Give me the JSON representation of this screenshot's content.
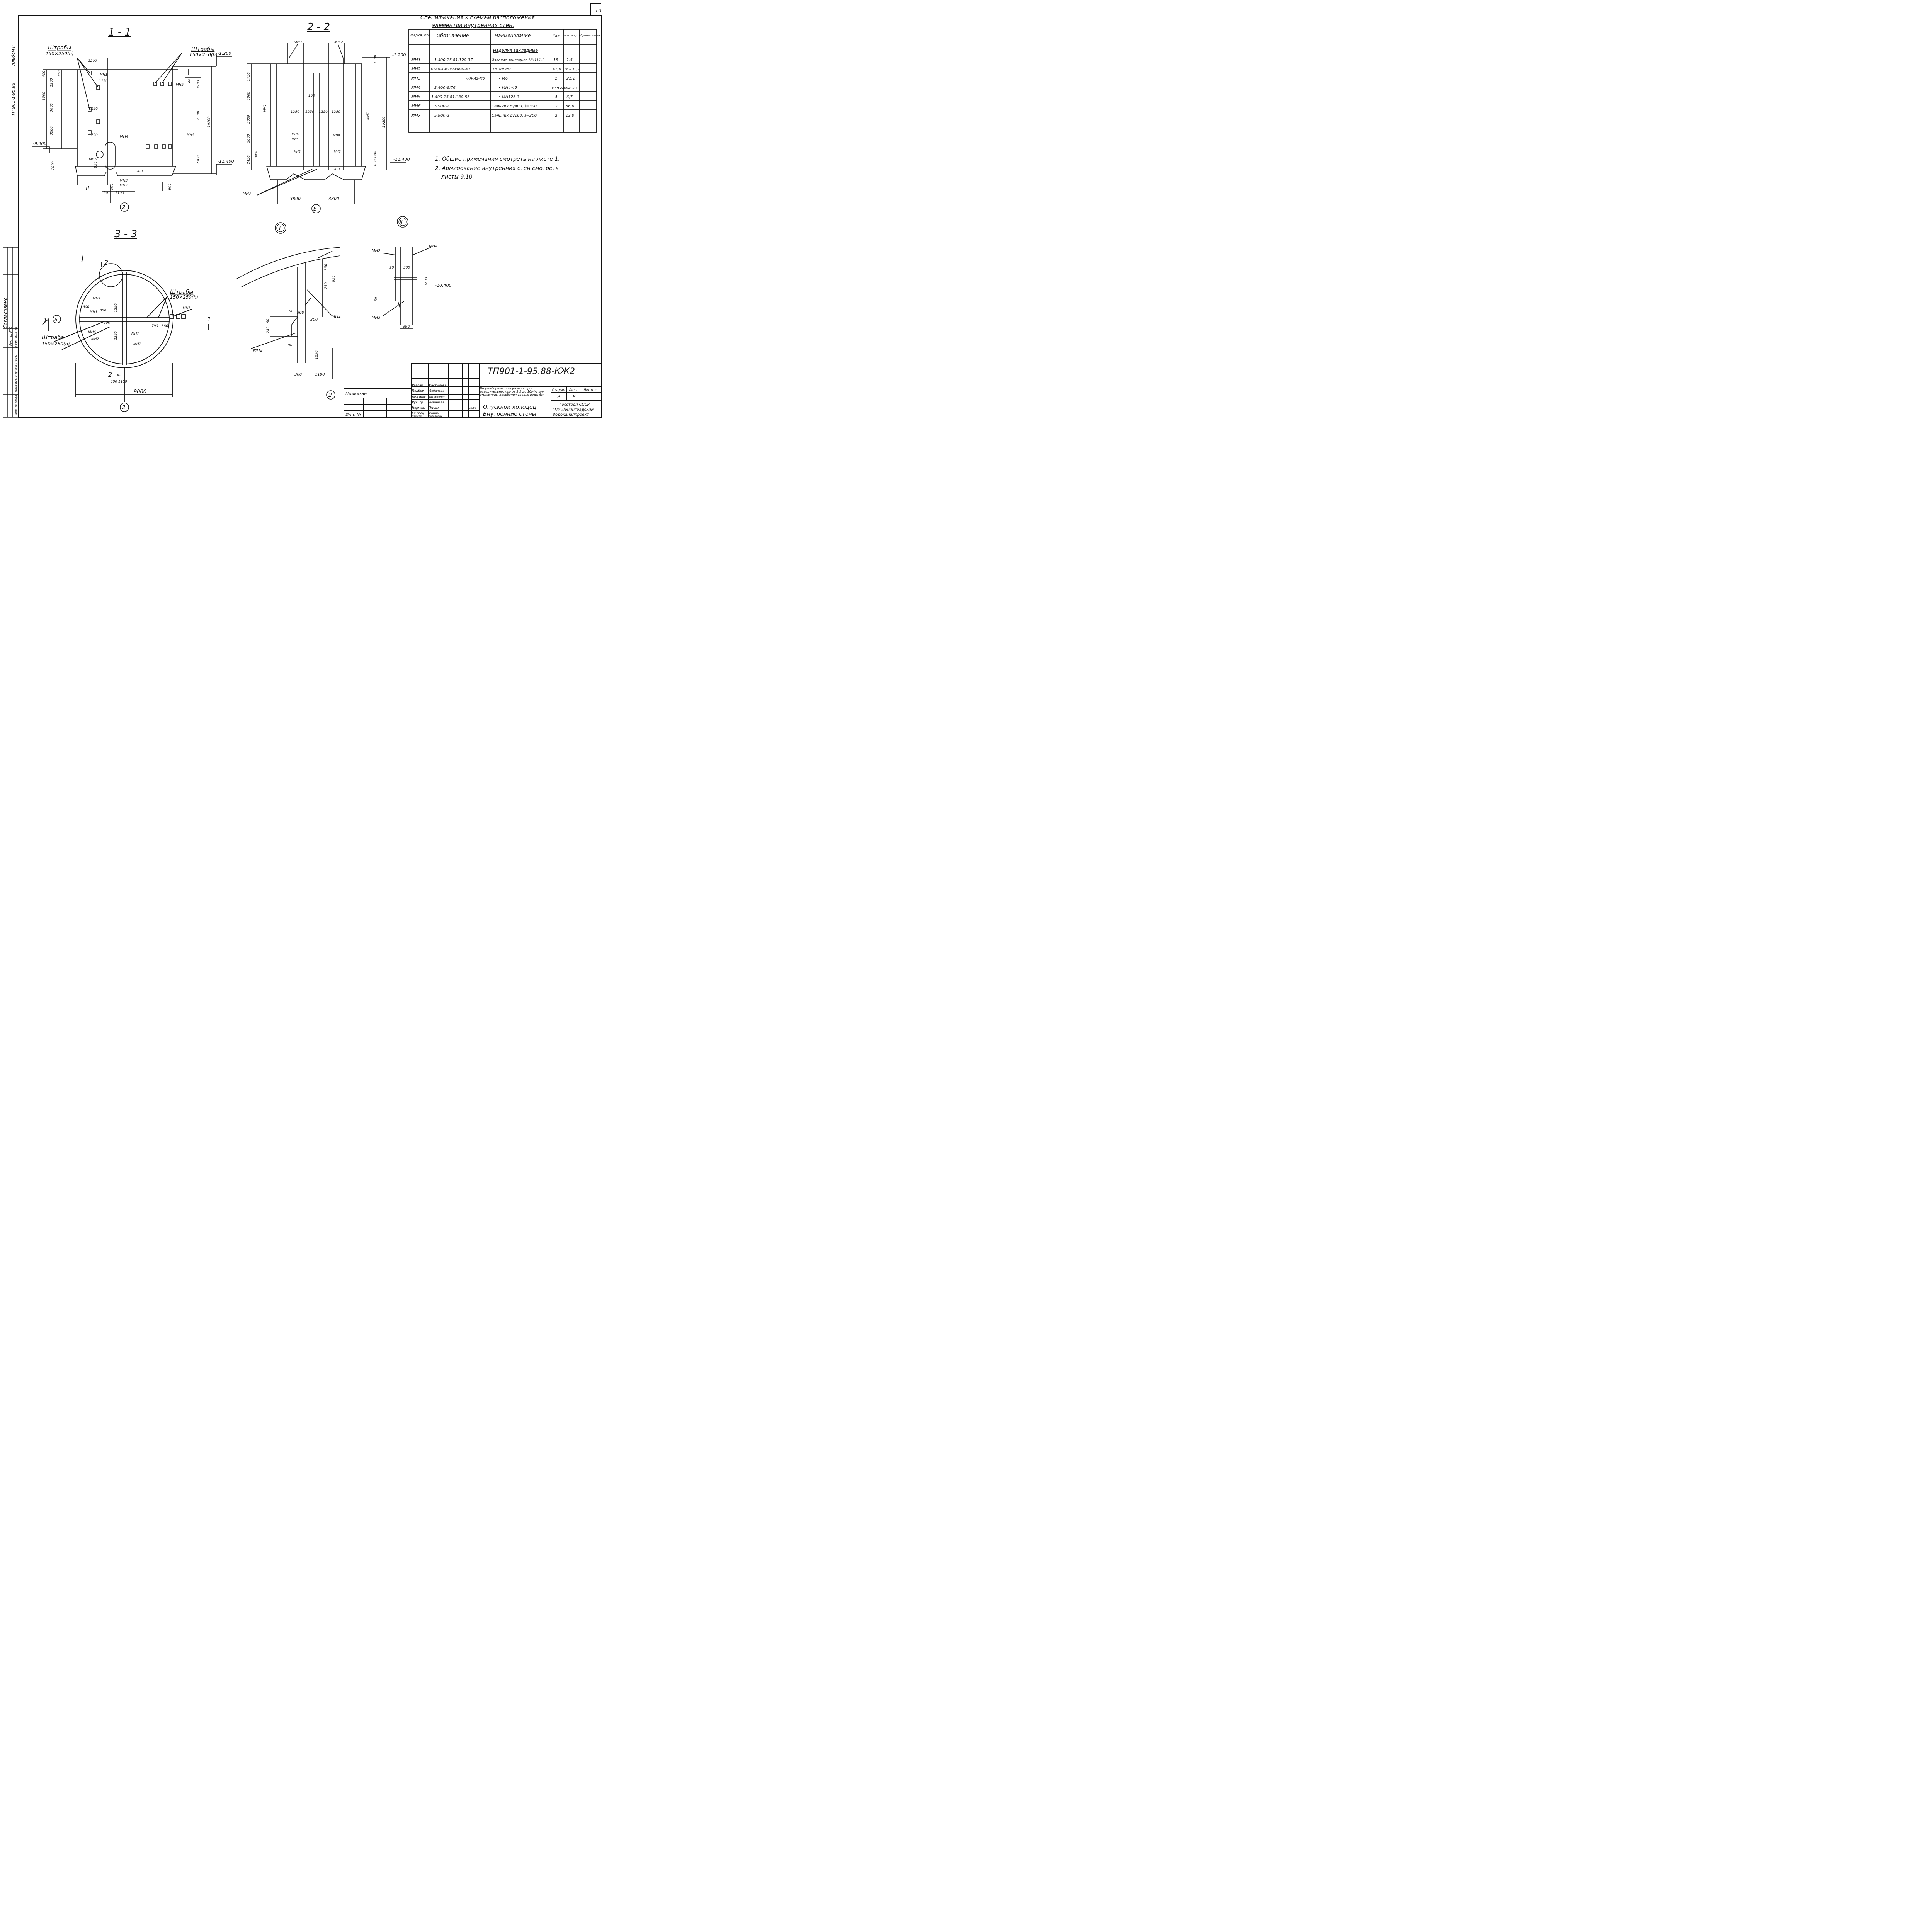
{
  "sheet": {
    "page_number": "10",
    "side_code": "ТП 901-1-95.88",
    "side_album": "Альбом II"
  },
  "sections": {
    "s11": "1 - 1",
    "s22": "2 - 2",
    "s33": "3 - 3",
    "nodeI": "I",
    "nodeII": "II"
  },
  "labels": {
    "shtraby": "Штрабы",
    "shtraba": "Штраба",
    "shtraby_size": "150×250(h)",
    "axis2": "2",
    "axisB": "Б",
    "mark_I": "I",
    "mark_1": "1",
    "mark_2": "2",
    "mark_3": "3"
  },
  "marks": {
    "mh1": "МН1",
    "mh2": "МН2",
    "mh3": "МН3",
    "mh4": "МН4",
    "mh5": "МН5",
    "mh6": "МН6",
    "mh7": "МН7"
  },
  "elevations": {
    "e1200": "-1.200",
    "e9400": "-9.400",
    "e11400": "-11.400",
    "e10400": "-10.400"
  },
  "dims": {
    "d1200": "1200",
    "d1150": "1150",
    "d400": "400",
    "d250": "250",
    "d1750": "1750",
    "d3500": "3500",
    "d1900": "1900",
    "d3000": "3000",
    "d6000": "6000",
    "d10200": "10200",
    "d2300": "2300",
    "d2000": "2000",
    "d950": "950",
    "d90": "90",
    "d300": "300",
    "d1100": "1100",
    "d600": "600",
    "d200": "200",
    "d900": "900",
    "d1000": "1000",
    "d3800": "3800",
    "d3950": "3950",
    "d2450": "2450",
    "d1400": "1400",
    "d1250": "1250",
    "d150": "150",
    "d850": "850",
    "d790": "790",
    "d880": "880",
    "d125": "125",
    "d75": "75",
    "d9000": "9000",
    "d240": "240",
    "d350": "350",
    "d650": "650",
    "d390": "390",
    "d50": "50",
    "d500": "500",
    "d350b": "350"
  },
  "spec": {
    "title_line1": "Спецификация к схемам расположения",
    "title_line2": "элементов внутренних стен.",
    "headers": [
      "Марка, поз.",
      "Обозначение",
      "Наименование",
      "Кол",
      "Масса ед. кг",
      "Приме- чание"
    ],
    "group_row": "Изделия закладные",
    "rows": [
      {
        "mark": "МН1",
        "code": "1.400-15.81.120-37",
        "name": "Изделие закладное МН111-2",
        "qty": "18",
        "mass": "1,5",
        "note": ""
      },
      {
        "mark": "МН2",
        "code": "ТП901-1-95.88-КЖИ2-М7",
        "name": "То же          М7",
        "qty": "41,0",
        "mass": "1п.м 16,5",
        "note": ""
      },
      {
        "mark": "МН3",
        "code": "-КЖИ2-М6",
        "name": "•                М6",
        "qty": "2",
        "mass": "21,1",
        "note": ""
      },
      {
        "mark": "МН4",
        "code": "3.400-6/76",
        "name": "•           МН4-46",
        "qty": "8,4м 2,5",
        "mass": "1п.м 9,4",
        "note": ""
      },
      {
        "mark": "МН5",
        "code": "1.400-15.81.130-56",
        "name": "•          МН126-3",
        "qty": "4",
        "mass": "6,7",
        "note": ""
      },
      {
        "mark": "МН6",
        "code": "5.900-2",
        "name": "Сальник dу400, ℓ=300",
        "qty": "1",
        "mass": "56,0",
        "note": ""
      },
      {
        "mark": "МН7",
        "code": "5.900-2",
        "name": "Сальник dу100, ℓ=300",
        "qty": "2",
        "mass": "13,0",
        "note": ""
      }
    ]
  },
  "notes": [
    "1. Общие примечания смотреть на листе 1.",
    "2. Армирование внутренних стен смотреть",
    "листы 9,10."
  ],
  "title_block": {
    "code": "ТП901-1-95.88-КЖ2",
    "project": "Водозаборные сооружения про- изводительностью от 2,5 до 10м³/с для амплитуды колебания уровня воды 6м.",
    "sheet_title_1": "Опускной колодец.",
    "sheet_title_2": "Внутренние стены",
    "stage_h": "Стадия",
    "sheet_h": "Лист",
    "sheets_h": "Листов",
    "stage": "Р",
    "sheet": "8",
    "org_1": "Госстрой СССР",
    "org_2": "ГПИ Ленинградский",
    "org_3": "Водоканалпроект",
    "privyazan": "Привязан",
    "inv": "Инв. №",
    "roles": [
      {
        "role": "Разраб",
        "name": "Кастылева"
      },
      {
        "role": "Подбор",
        "name": "Лобачева"
      },
      {
        "role": "Вед.инж.",
        "name": "Андреева"
      },
      {
        "role": "Рук. гр.",
        "name": "Лобачева"
      },
      {
        "role": "Нормок.",
        "name": "Жилы"
      },
      {
        "role": "Гл.спец.",
        "name": "Ханин"
      },
      {
        "role": "Нач.отд.",
        "name": "Гальперин"
      }
    ],
    "date": "05.88"
  },
  "left_strip": {
    "agreed": "Согласовано",
    "cells": [
      "Рук. гр. РТО",
      "Подпись",
      "Инв. № подл.",
      "Подпись и дата",
      "Взам. инв. №"
    ]
  }
}
